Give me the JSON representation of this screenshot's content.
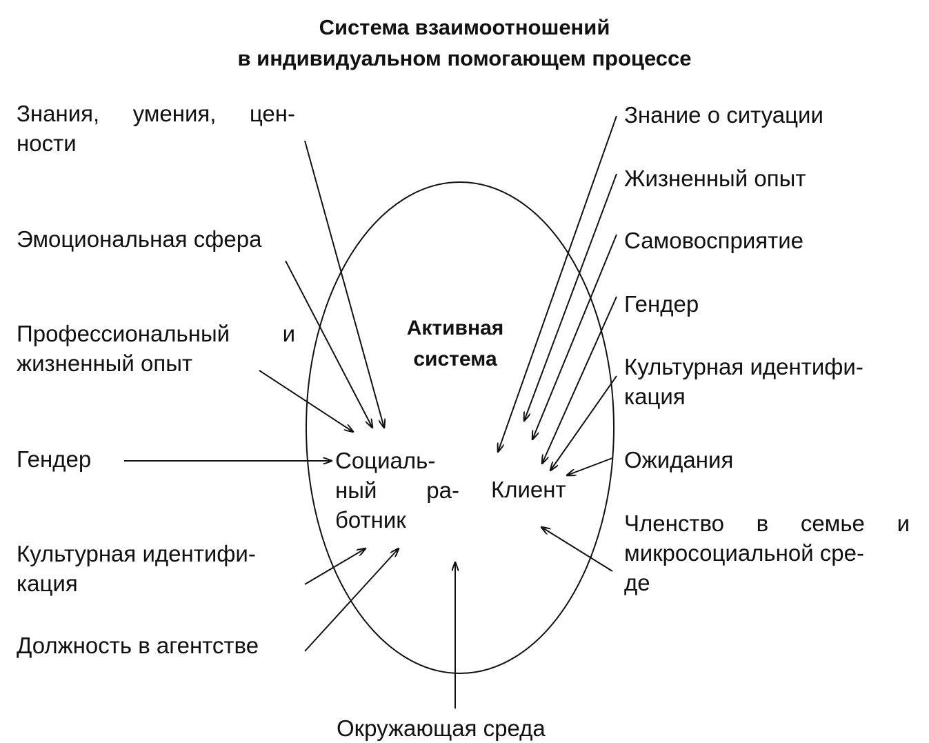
{
  "title": {
    "line1": "Система взаимоотношений",
    "line2": "в индивидуальном помогающем процессе"
  },
  "ellipse_label": {
    "line1": "Активная",
    "line2": "система"
  },
  "center_nodes": {
    "worker": {
      "line1": [
        "Социаль-"
      ],
      "line2": [
        "ный",
        "ра-"
      ],
      "line3": [
        "ботник"
      ]
    },
    "client": "Клиент"
  },
  "left_factors": {
    "knowledge": {
      "line1": [
        "Знания,",
        "умения,",
        "цен-"
      ],
      "line2": "ности"
    },
    "emotional": "Эмоциональная сфера",
    "experience": {
      "line1": [
        "Профессиональный",
        "и"
      ],
      "line2": "жизненный опыт"
    },
    "gender": "Гендер",
    "culture": {
      "line1": "Культурная идентифи-",
      "line2": "кация"
    },
    "position": "Должность в агентстве"
  },
  "right_factors": {
    "situation": "Знание о ситуации",
    "life_experience": "Жизненный опыт",
    "self_perception": "Самовосприятие",
    "gender": "Гендер",
    "culture": {
      "line1": "Культурная идентифи-",
      "line2": "кация"
    },
    "expectations": "Ожидания",
    "family": {
      "line1": [
        "Членство",
        "в",
        "семье",
        "и"
      ],
      "line2": "микросоциальной сре-",
      "line3": "де"
    }
  },
  "bottom_factor": "Окружающая среда"
}
